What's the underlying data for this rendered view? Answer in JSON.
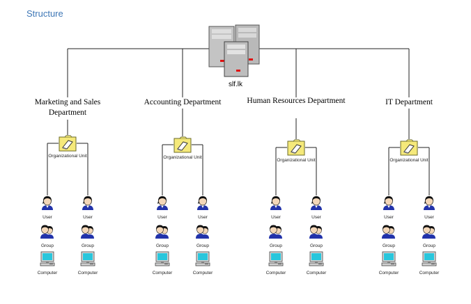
{
  "heading": "Structure",
  "root": {
    "label": "slf.lk",
    "icon": "server-icon"
  },
  "ou_label": "Organizational Unit",
  "departments": [
    {
      "title": "Marketing and Sales Department",
      "members": [
        {
          "user": "User",
          "group": "Group",
          "computer": "Computer"
        },
        {
          "user": "User",
          "group": "Group",
          "computer": "Computer"
        }
      ]
    },
    {
      "title": "Accounting Department",
      "members": [
        {
          "user": "User",
          "group": "Group",
          "computer": "Computer"
        },
        {
          "user": "User",
          "group": "Group",
          "computer": "Computer"
        }
      ]
    },
    {
      "title": "Human Resources Department",
      "members": [
        {
          "user": "User",
          "group": "Group",
          "computer": "Computer"
        },
        {
          "user": "User",
          "group": "Group",
          "computer": "Computer"
        }
      ]
    },
    {
      "title": "IT Department",
      "members": [
        {
          "user": "User",
          "group": "Group",
          "computer": "Computer"
        },
        {
          "user": "User",
          "group": "Group",
          "computer": "Computer"
        }
      ]
    }
  ],
  "icons": {
    "ou": "organizational-unit-icon",
    "user": "user-icon",
    "group": "group-icon",
    "computer": "computer-icon"
  }
}
